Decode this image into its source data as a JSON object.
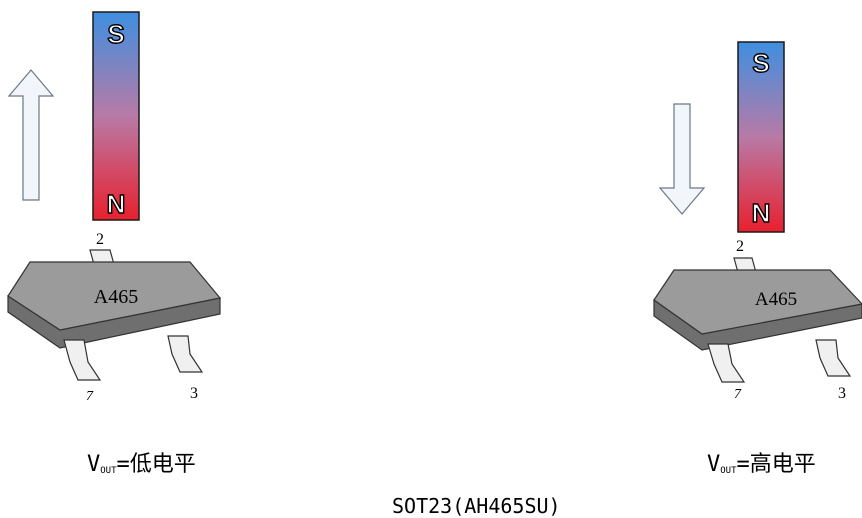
{
  "scenes": [
    {
      "magnet": {
        "top_pole": "S",
        "bottom_pole": "N"
      },
      "motion": "up",
      "chip": {
        "marking": "A465",
        "pins": [
          "2",
          "7",
          "3"
        ]
      },
      "output": {
        "prefix": "V",
        "subscript": "OUT",
        "value": "=低电平"
      }
    },
    {
      "magnet": {
        "top_pole": "S",
        "bottom_pole": "N"
      },
      "motion": "down",
      "chip": {
        "marking": "A465",
        "pins": [
          "2",
          "7",
          "3"
        ]
      },
      "output": {
        "prefix": "V",
        "subscript": "OUT",
        "value": "=高电平"
      }
    }
  ],
  "caption": "SOT23(AH465SU)",
  "colors": {
    "south": "#3f8fe0",
    "north": "#e8202e",
    "chip_top": "#9b9b9b",
    "chip_side": "#6f6f6f",
    "arrow_fill": "#f2f5fa"
  }
}
